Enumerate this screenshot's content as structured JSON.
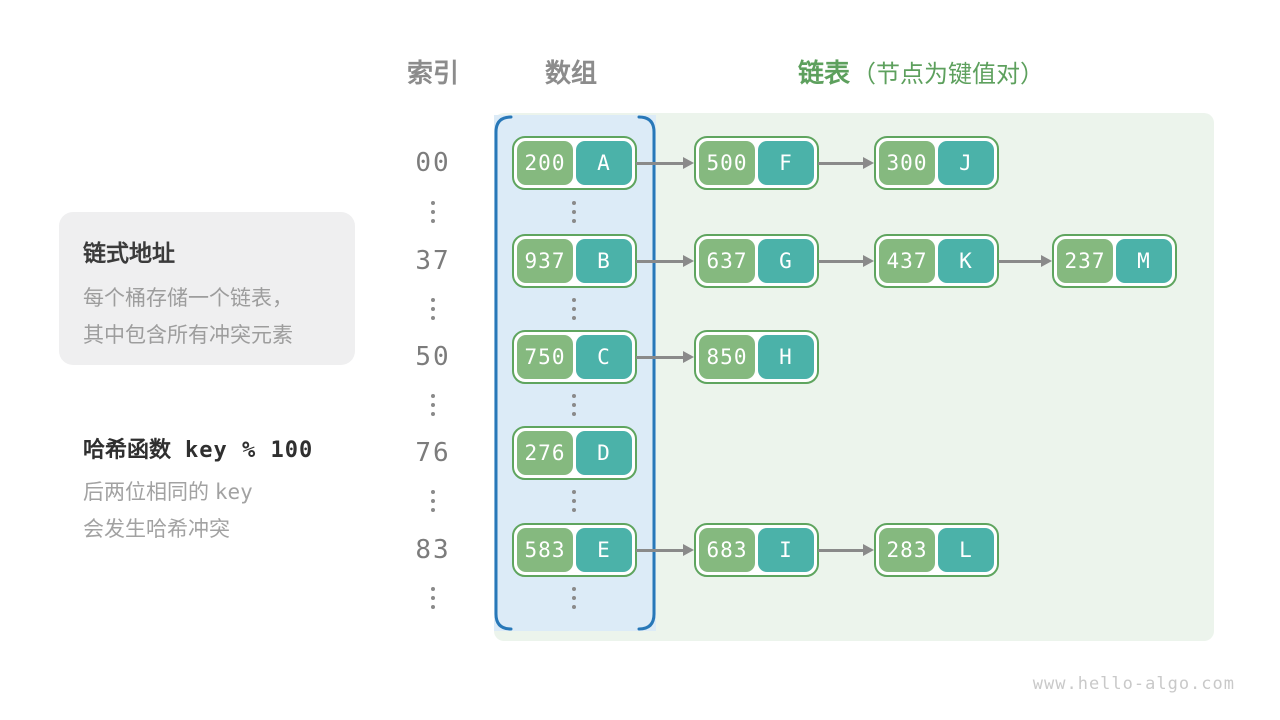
{
  "header": {
    "index_label": "索引",
    "array_label": "数组",
    "list_label": "链表",
    "list_note": "（节点为键值对）"
  },
  "info_box": {
    "title": "链式地址",
    "line1": "每个桶存储一个链表，",
    "line2": "其中包含所有冲突元素"
  },
  "hash_note": {
    "title_text": "哈希函数",
    "title_code": "key % 100",
    "line1_prefix": "后两位相同的 ",
    "line1_code": "key",
    "line2": "会发生哈希冲突"
  },
  "rows": [
    {
      "index": "00",
      "bucket": {
        "key": "200",
        "value": "A"
      },
      "chain": [
        {
          "key": "500",
          "value": "F"
        },
        {
          "key": "300",
          "value": "J"
        }
      ]
    },
    {
      "index": "37",
      "bucket": {
        "key": "937",
        "value": "B"
      },
      "chain": [
        {
          "key": "637",
          "value": "G"
        },
        {
          "key": "437",
          "value": "K"
        },
        {
          "key": "237",
          "value": "M"
        }
      ]
    },
    {
      "index": "50",
      "bucket": {
        "key": "750",
        "value": "C"
      },
      "chain": [
        {
          "key": "850",
          "value": "H"
        }
      ]
    },
    {
      "index": "76",
      "bucket": {
        "key": "276",
        "value": "D"
      },
      "chain": []
    },
    {
      "index": "83",
      "bucket": {
        "key": "583",
        "value": "E"
      },
      "chain": [
        {
          "key": "683",
          "value": "I"
        },
        {
          "key": "283",
          "value": "L"
        }
      ]
    }
  ],
  "watermark": "www.hello-algo.com",
  "colors": {
    "key_cell": "#85b97f",
    "value_cell": "#4bb2a9",
    "node_border": "#5fa55f",
    "list_panel_bg": "#ecf4ec",
    "array_panel_bg": "#dcebf7",
    "array_panel_border": "#2878b8",
    "header_green": "#5da05d",
    "header_gray": "#8c8c8c",
    "arrow_gray": "#8a8a8a"
  }
}
